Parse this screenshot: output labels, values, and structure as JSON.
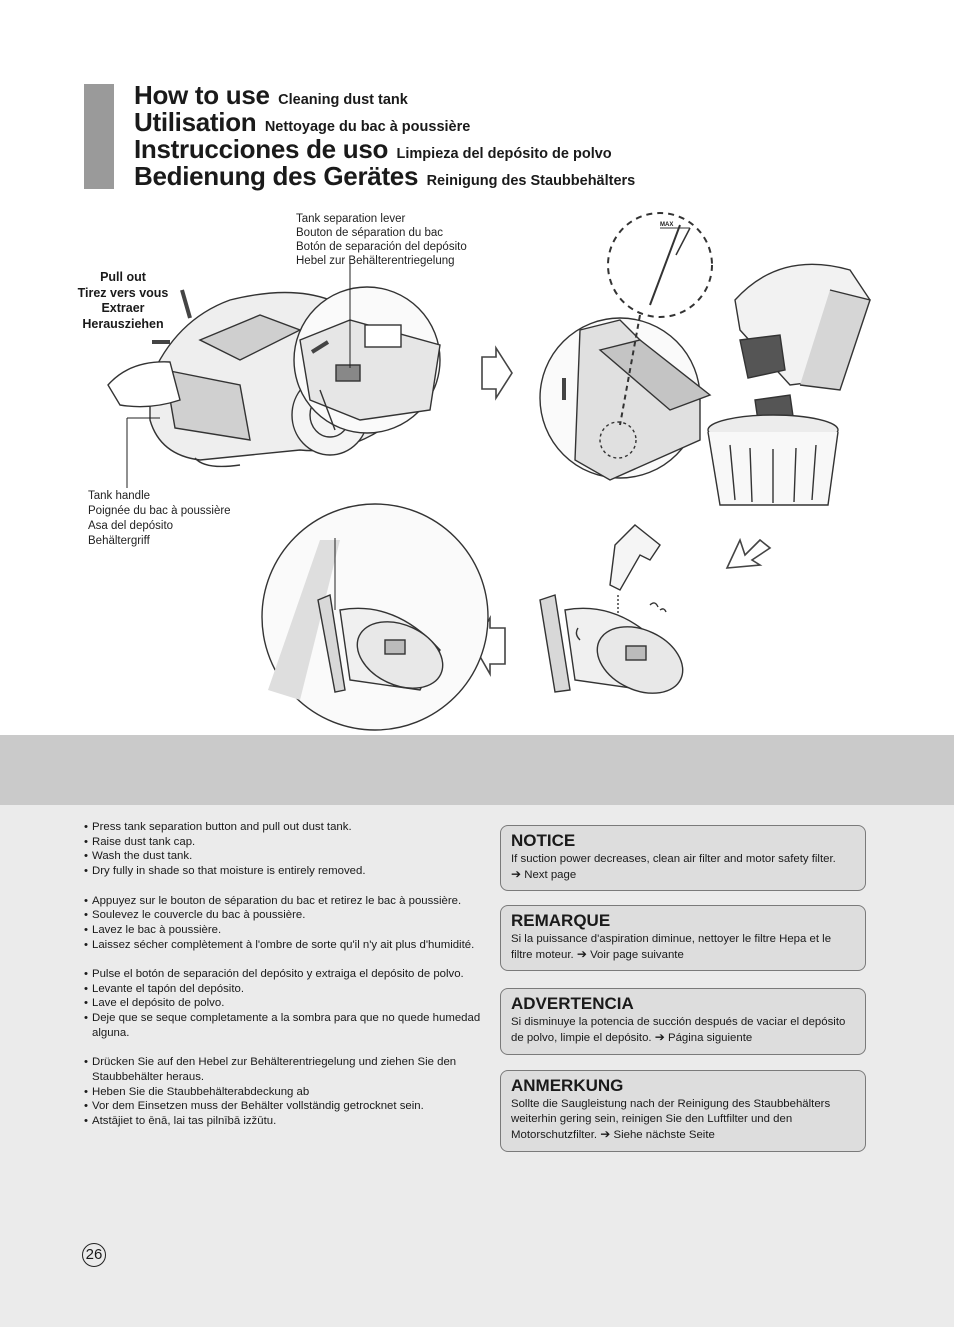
{
  "header": {
    "titles": [
      {
        "main": "How to use",
        "sub": "Cleaning dust tank"
      },
      {
        "main": "Utilisation",
        "sub": "Nettoyage du bac à poussière"
      },
      {
        "main": "Instrucciones de uso",
        "sub": "Limpieza del depósito de polvo"
      },
      {
        "main": "Bedienung des Gerätes",
        "sub": "Reinigung des Staubbehälters"
      }
    ]
  },
  "illustration": {
    "lever_label": [
      "Tank separation lever",
      "Bouton de séparation du bac",
      "Botón de separación del depósito",
      "Hebel zur Behälterentriegelung"
    ],
    "pull_label": [
      "Pull out",
      "Tirez vers vous",
      "Extraer",
      "Herausziehen"
    ],
    "handle_label": [
      "Tank handle",
      "Poignée du bac à poussière",
      "Asa del depósito",
      "Behältergriff"
    ],
    "max_mark": "MAX"
  },
  "instructions": [
    [
      "Press tank separation button and pull out dust tank.",
      "Raise dust tank cap.",
      "Wash the dust tank.",
      "Dry fully in shade so that moisture is entirely removed."
    ],
    [
      "Appuyez sur le bouton de séparation du bac et retirez le bac à poussière.",
      "Soulevez le couvercle du bac à poussière.",
      "Lavez le bac à poussière.",
      "Laissez sécher complètement à l'ombre de sorte qu'il n'y ait plus d'humidité."
    ],
    [
      "Pulse el botón de separación del depósito y extraiga el depósito de polvo.",
      "Levante el tapón del depósito.",
      "Lave el depósito de polvo.",
      "Deje que se seque completamente a la sombra para que no quede humedad alguna."
    ],
    [
      "Drücken Sie auf den Hebel zur Behälterentriegelung und ziehen Sie den Staubbehälter heraus.",
      "Heben Sie die Staubbehälterabdeckung ab",
      "Vor dem Einsetzen muss der Behälter vollständig getrocknet sein.",
      "Atstājiet to ēnā, lai tas pilnībā izžūtu."
    ]
  ],
  "notices": {
    "notice": {
      "title": "NOTICE",
      "text": "If suction power decreases, clean air filter and motor safety filter.",
      "link": "Next page"
    },
    "remarque": {
      "title": "REMARQUE",
      "text": "Si la puissance d'aspiration diminue, nettoyer le filtre Hepa et le filtre moteur.",
      "link": "Voir page suivante"
    },
    "advertencia": {
      "title": "ADVERTENCIA",
      "text": "Si disminuye la potencia de succión después de vaciar el depósito de polvo, limpie el depósito.",
      "link": "Página siguiente"
    },
    "anmerkung": {
      "title": "ANMERKUNG",
      "text": "Sollte die Saugleistung nach der Reinigung des Staubbehälters weiterhin gering sein, reinigen Sie den Luftfilter und den Motorschutzfilter.",
      "link": "Siehe nächste Seite"
    }
  },
  "page_number": "26"
}
